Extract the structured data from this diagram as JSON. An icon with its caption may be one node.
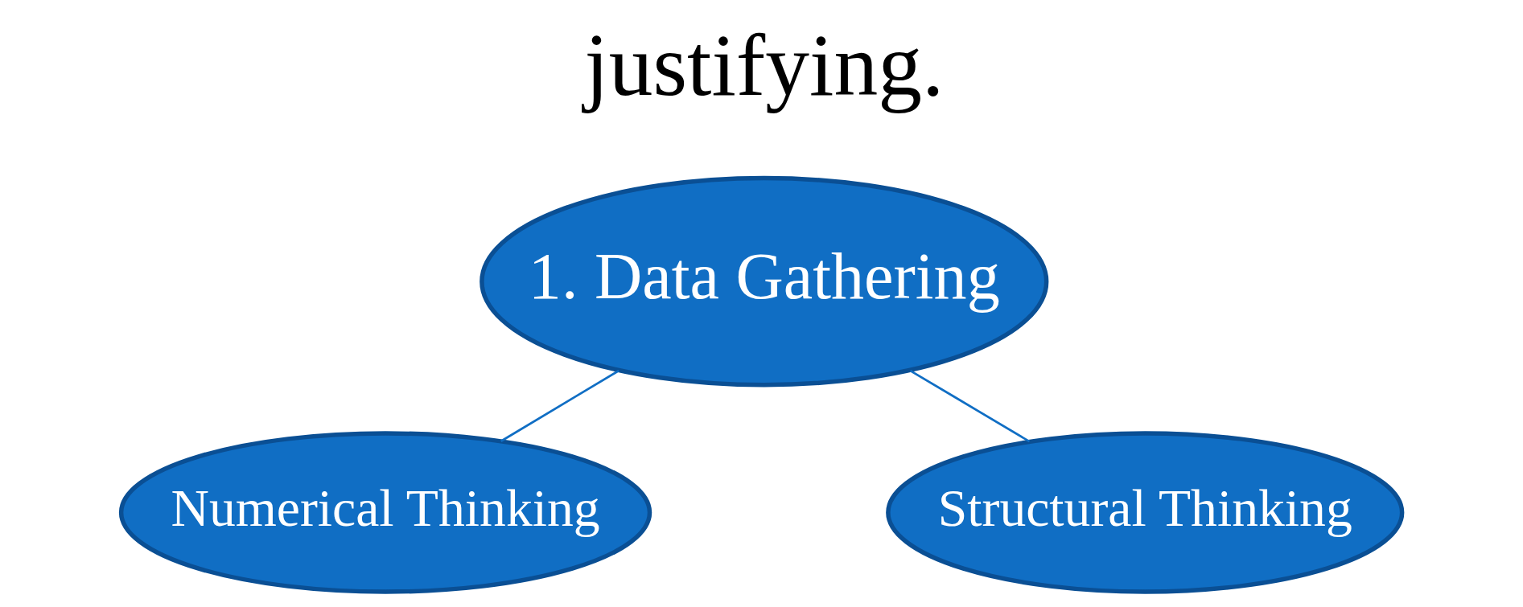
{
  "diagram": {
    "nodes": [
      {
        "text": [
          "1. Data Gathering"
        ]
      },
      {
        "text": [
          "Numerical Thinking"
        ]
      },
      {
        "text": [
          "Structural Thinking"
        ]
      }
    ],
    "edges": [
      {
        "from": 0,
        "to": 1,
        "arrow": "none"
      },
      {
        "from": 0,
        "to": 2,
        "arrow": "none"
      }
    ],
    "labels": [
      "justifying."
    ]
  }
}
